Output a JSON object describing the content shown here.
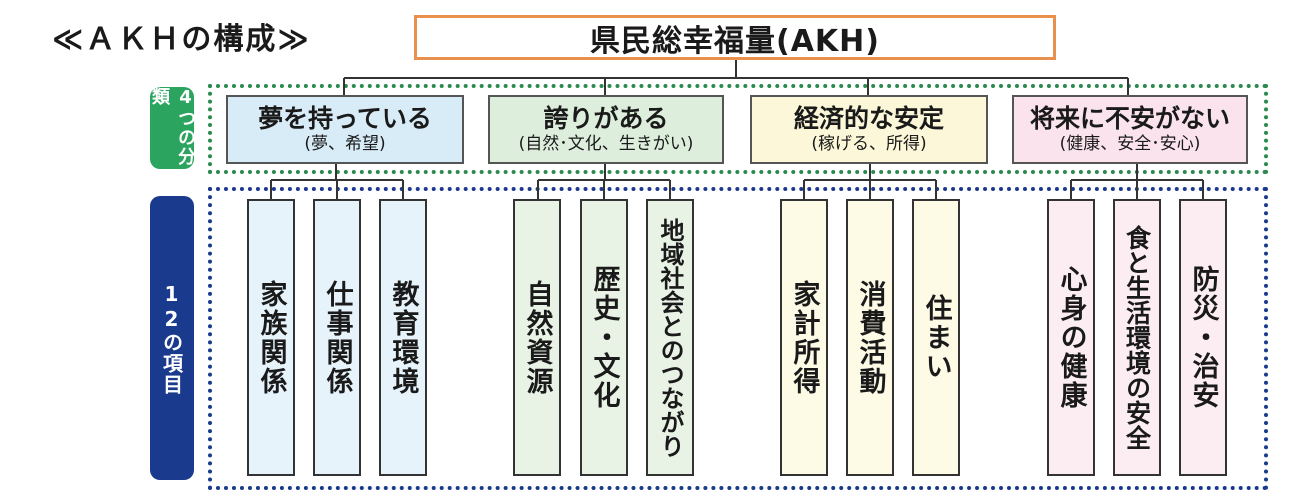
{
  "heading": "≪ＡＫＨの構成≫",
  "root": "県民総幸福量(AKH)",
  "side_labels": {
    "categories": "4つの分類",
    "items": "12の項目"
  },
  "categories": [
    {
      "title": "夢を持っている",
      "sub": "(夢、希望)",
      "color": "#d8ecf8",
      "items": [
        "家族関係",
        "仕事関係",
        "教育環境"
      ],
      "item_color": "#e7f3fb"
    },
    {
      "title": "誇りがある",
      "sub": "(自然･文化、生きがい)",
      "color": "#deeedd",
      "items": [
        "自然資源",
        "歴史・文化",
        "地域社会とのつながり"
      ],
      "item_color": "#e8f3e6"
    },
    {
      "title": "経済的な安定",
      "sub": "(稼げる、所得)",
      "color": "#fbf7d8",
      "items": [
        "家計所得",
        "消費活動",
        "住まい"
      ],
      "item_color": "#fdfae6"
    },
    {
      "title": "将来に不安がない",
      "sub": "(健康、安全･安心)",
      "color": "#fae3ec",
      "items": [
        "心身の健康",
        "食と生活環境の安全",
        "防災・治安"
      ],
      "item_color": "#fcedf2"
    }
  ]
}
